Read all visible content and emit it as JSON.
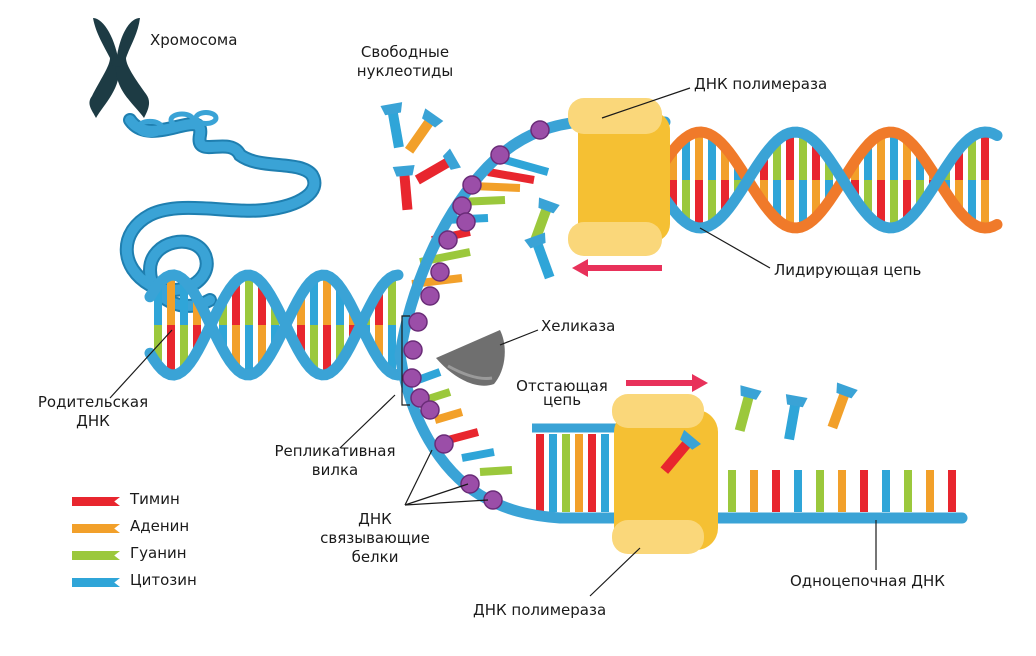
{
  "labels": {
    "chromosome": "Хромосома",
    "free_nucleotides": [
      "Свободные",
      "нуклеотиды"
    ],
    "dna_polymerase_top": "ДНК полимераза",
    "leading_strand": "Лидирующая цепь",
    "helicase": "Хеликаза",
    "lagging_strand": [
      "Отстающая",
      "цепь"
    ],
    "parental_dna": [
      "Родительская",
      "ДНК"
    ],
    "replication_fork": [
      "Репликативная",
      "вилка"
    ],
    "binding_proteins": [
      "ДНК",
      "связывающие",
      "белки"
    ],
    "single_strand_dna": "Одноцепочная ДНК",
    "dna_polymerase_bottom": "ДНК полимераза"
  },
  "legend": [
    {
      "name": "Тимин",
      "color": "#e8262e"
    },
    {
      "name": "Аденин",
      "color": "#f2a02a"
    },
    {
      "name": "Гуанин",
      "color": "#9bc83c"
    },
    {
      "name": "Цитозин",
      "color": "#2fa5d8"
    }
  ],
  "colors": {
    "backbone": "#3aa3d6",
    "backbone_dark": "#1f7fb0",
    "new_strand": "#f07a2a",
    "polymerase": "#f5c033",
    "polymerase_light": "#fad77a",
    "helicase": "#6f6f6f",
    "ssb_protein": "#9b4ea8",
    "chromosome": "#1d3b44",
    "arrow": "#e8315a"
  }
}
